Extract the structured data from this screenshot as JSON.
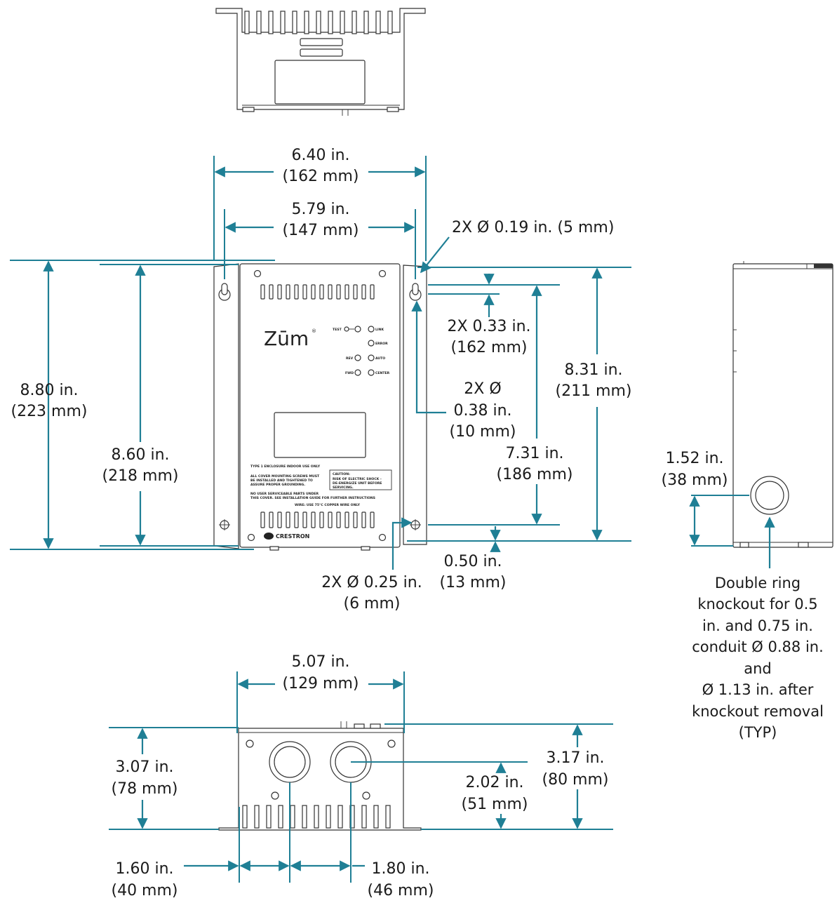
{
  "device": {
    "brand": "Zūm",
    "maker": "CRESTRON",
    "leds": {
      "test": "TEST",
      "link": "LINK",
      "error": "ERROR",
      "rev": "REV",
      "auto": "AUTO",
      "fwd": "FWD",
      "center": "CENTER"
    },
    "label_text": {
      "line1": "TYPE 1 ENCLOSURE INDOOR USE ONLY",
      "line2": "ALL COVER MOUNTING SCREWS MUST",
      "line3": "BE INSTALLED AND TIGHTENED TO",
      "line4": "ASSURE PROPER GROUNDING.",
      "line5": "NO USER SERVICEABLE PARTS UNDER",
      "line6": "THIS COVER. SEE INSTALLATION GUIDE FOR FURTHER INSTRUCTIONS",
      "line7": "WIRE: USE 75°C COPPER WIRE ONLY",
      "caution1": "CAUTION:",
      "caution2": "RISK OF ELECTRIC SHOCK -",
      "caution3": "DE-ENERGIZE UNIT BEFORE",
      "caution4": "SERVICING."
    }
  },
  "dimensions": {
    "width_overall": {
      "inch": "6.40 in.",
      "mm": "(162 mm)"
    },
    "width_mount": {
      "inch": "5.79 in.",
      "mm": "(147 mm)"
    },
    "slot_dia": "2X Ø 0.19 in. (5 mm)",
    "height_overall": {
      "inch": "8.80 in.",
      "mm": "(223 mm)"
    },
    "height_body": {
      "inch": "8.60 in.",
      "mm": "(218 mm)"
    },
    "slot_offset": {
      "inch": "2X 0.33 in.",
      "mm": "(162 mm)"
    },
    "hole_dia": {
      "l1": "2X Ø",
      "l2": "0.38 in.",
      "l3": "(10 mm)"
    },
    "height_right": {
      "inch": "8.31 in.",
      "mm": "(211 mm)"
    },
    "hole_spacing": {
      "inch": "7.31 in.",
      "mm": "(186 mm)"
    },
    "bottom_offset": {
      "inch": "0.50 in.",
      "mm": "(13 mm)"
    },
    "bottom_hole": {
      "inch": "2X Ø 0.25 in.",
      "mm": "(6 mm)"
    },
    "side_knockout_height": {
      "inch": "1.52 in.",
      "mm": "(38 mm)"
    },
    "knockout_note": [
      "Double ring",
      "knockout for 0.5",
      "in. and 0.75 in.",
      "conduit Ø 0.88 in.",
      "and",
      "Ø 1.13 in. after",
      "knockout removal",
      "(TYP)"
    ],
    "bottom_width": {
      "inch": "5.07 in.",
      "mm": "(129 mm)"
    },
    "depth_left": {
      "inch": "3.07 in.",
      "mm": "(78 mm)"
    },
    "depth_right": {
      "inch": "3.17 in.",
      "mm": "(80 mm)"
    },
    "knockout_center": {
      "inch": "2.02 in.",
      "mm": "(51 mm)"
    },
    "knockout_1": {
      "inch": "1.60 in.",
      "mm": "(40 mm)"
    },
    "knockout_2": {
      "inch": "1.80 in.",
      "mm": "(46 mm)"
    }
  },
  "colors": {
    "dimension": "#1f7f95",
    "outline": "#333333",
    "text": "#1a1a1a"
  }
}
